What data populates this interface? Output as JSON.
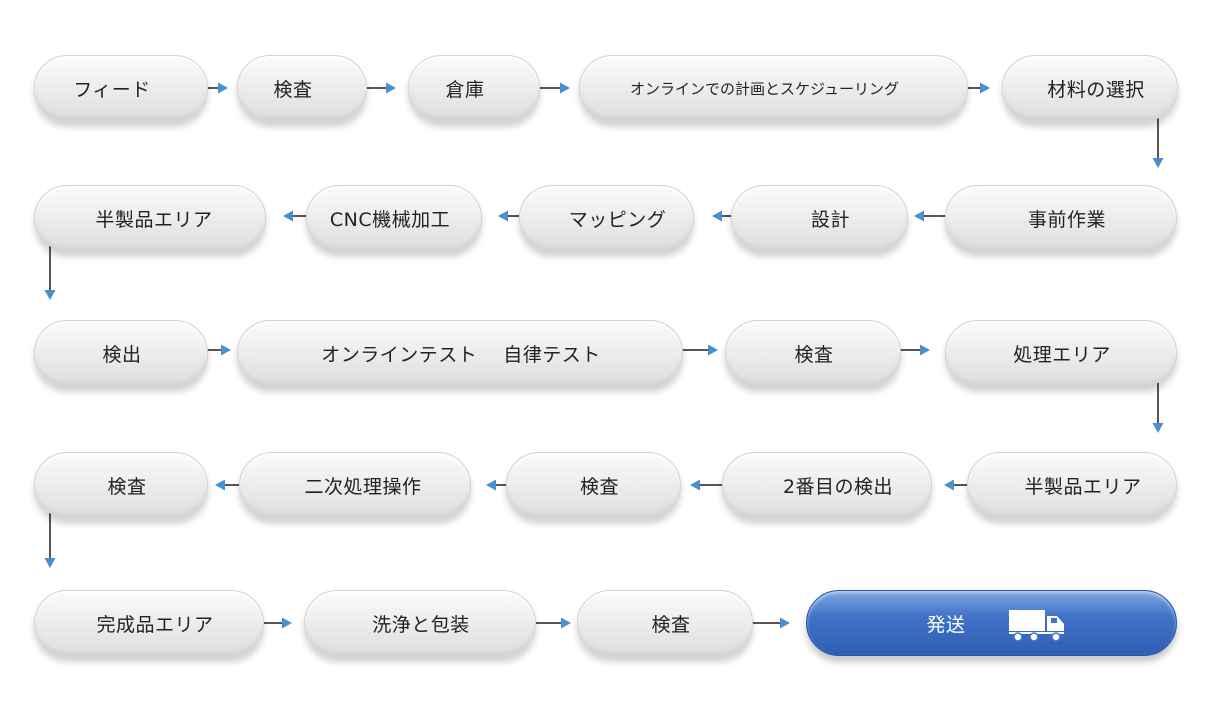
{
  "colors": {
    "node_fill": "#e9e9e9",
    "final_fill": "#3f72c8",
    "connector_line": "#555555",
    "arrow_head": "#4a8fce"
  },
  "steps": [
    "フィード",
    "検査",
    "倉庫",
    "オンラインでの計画とスケジューリング",
    "材料の選択",
    "事前作業",
    "設計",
    "マッピング",
    "CNC機械加工",
    "半製品エリア",
    "検出",
    "オンラインテスト　 自律テスト",
    "検査",
    "処理エリア",
    "半製品エリア",
    "2番目の検出",
    "検査",
    "二次処理操作",
    "検査",
    "完成品エリア",
    "洗浄と包装",
    "検査",
    "発送"
  ],
  "final_icon": "truck-icon"
}
